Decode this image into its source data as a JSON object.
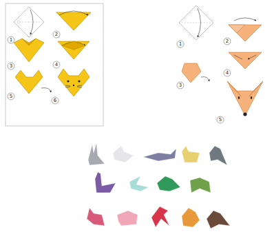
{
  "diagram": {
    "labels": [
      "1",
      "2",
      "3",
      "4",
      "5",
      "6",
      "1",
      "2",
      "3",
      "4",
      "5"
    ]
  }
}
